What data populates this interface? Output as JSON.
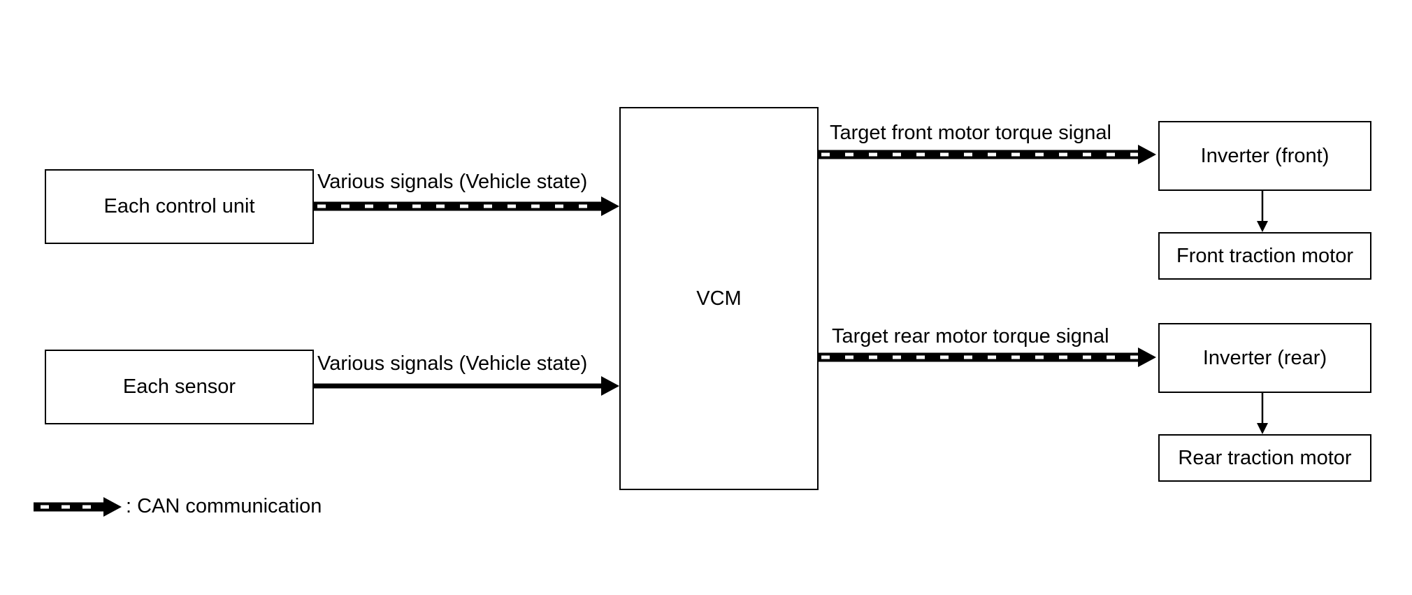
{
  "colors": {
    "line": "#000000",
    "background": "#ffffff",
    "dash_light": "#ffffff"
  },
  "boxes": {
    "each_control_unit": "Each control unit",
    "each_sensor": "Each sensor",
    "vcm": "VCM",
    "inverter_front": "Inverter (front)",
    "front_traction_motor": "Front traction motor",
    "inverter_rear": "Inverter (rear)",
    "rear_traction_motor": "Rear traction motor"
  },
  "signals": {
    "control_unit_to_vcm": "Various signals (Vehicle state)",
    "sensor_to_vcm": "Various signals (Vehicle state)",
    "vcm_to_inverter_front": "Target front motor torque signal",
    "vcm_to_inverter_rear": "Target rear motor torque signal"
  },
  "legend": {
    "can_icon": "can-communication-arrow-icon",
    "text": ": CAN communication"
  }
}
